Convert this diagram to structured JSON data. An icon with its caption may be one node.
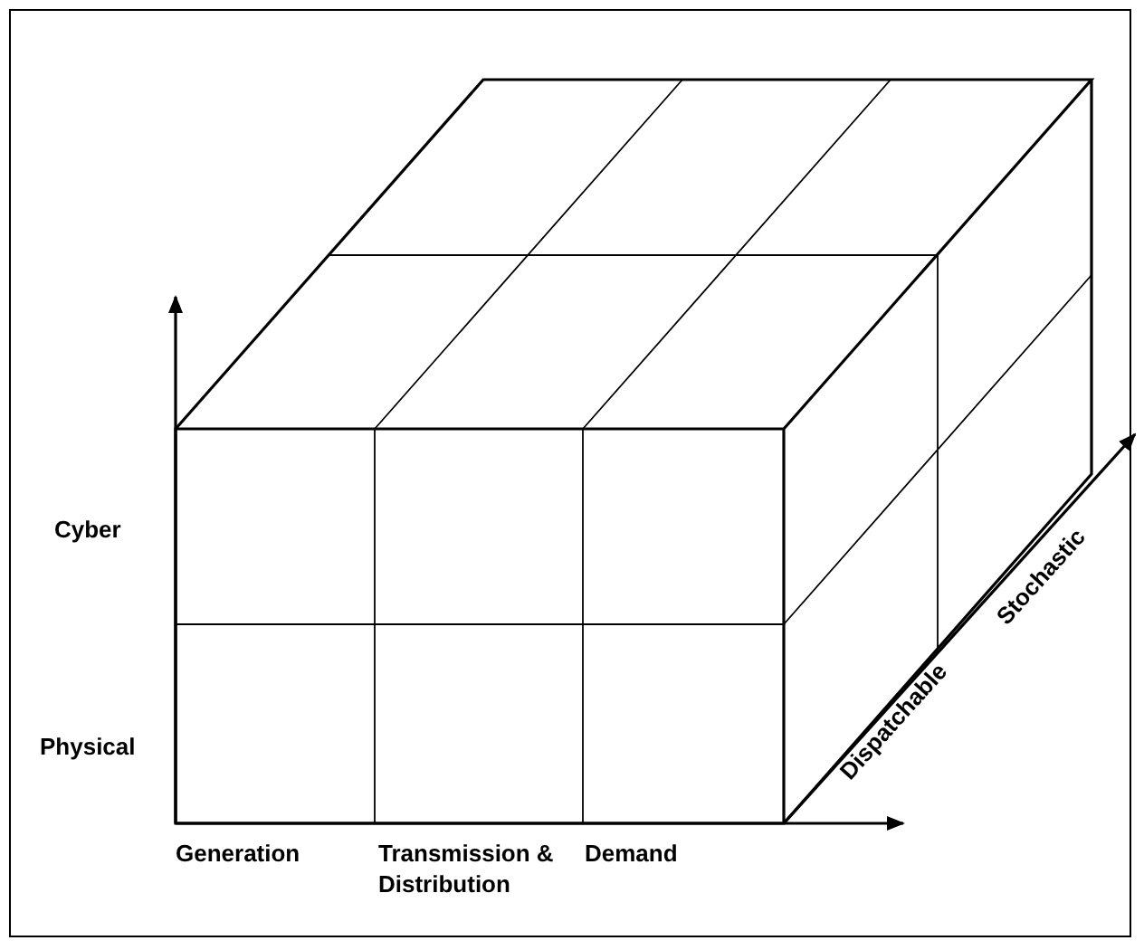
{
  "diagram": {
    "labels": [
      "Cyber",
      "Physical",
      "Generation",
      "Transmission & Distribution",
      "Demand",
      "Dispatchable",
      "Stochastic"
    ]
  }
}
